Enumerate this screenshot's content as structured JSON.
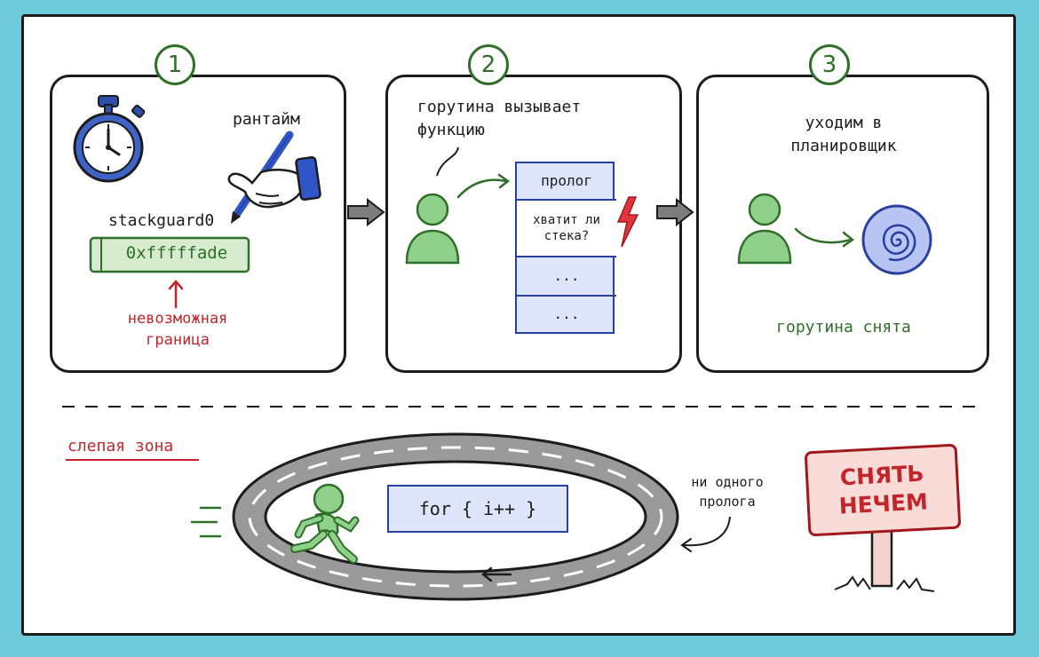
{
  "steps": [
    {
      "number": "1",
      "runtime_label": "рантайм",
      "field_label": "stackguard0",
      "value": "0xfffffade",
      "note_line1": "невозможная",
      "note_line2": "граница"
    },
    {
      "number": "2",
      "caption_line1": "горутина вызывает",
      "caption_line2": "функцию",
      "stack": {
        "prologue": "пролог",
        "check_line1": "хватит ли",
        "check_line2": "стека?",
        "dots1": "...",
        "dots2": "..."
      }
    },
    {
      "number": "3",
      "caption_line1": "уходим в",
      "caption_line2": "планировщик",
      "result": "горутина снята"
    }
  ],
  "blind_zone": {
    "label": "слепая зона",
    "code": "for { i++ }",
    "note_line1": "ни одного",
    "note_line2": "пролога",
    "sign_line1": "СНЯТЬ",
    "sign_line2": "НЕЧЕМ"
  },
  "colors": {
    "background": "#6fcbd9",
    "green": "#2f6f2a",
    "figure": "#8fd08a",
    "red": "#c0262b",
    "blue": "#2840a0",
    "blue_fill": "#dfe6fb"
  }
}
